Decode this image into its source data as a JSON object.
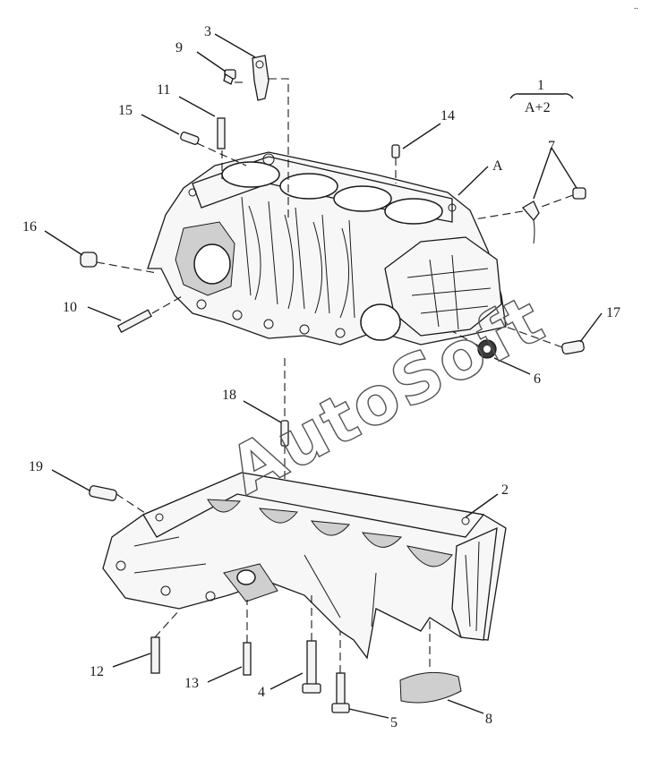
{
  "watermark": "AutoSoft",
  "corner_mark": "..",
  "assembly": {
    "number": "1",
    "formula": "A+2"
  },
  "callouts": [
    {
      "id": "c2",
      "text": "2"
    },
    {
      "id": "c3",
      "text": "3"
    },
    {
      "id": "c4",
      "text": "4"
    },
    {
      "id": "c5",
      "text": "5"
    },
    {
      "id": "c6",
      "text": "6"
    },
    {
      "id": "c7",
      "text": "7"
    },
    {
      "id": "c8",
      "text": "8"
    },
    {
      "id": "c9",
      "text": "9"
    },
    {
      "id": "c10",
      "text": "10"
    },
    {
      "id": "c11",
      "text": "11"
    },
    {
      "id": "c12",
      "text": "12"
    },
    {
      "id": "c13",
      "text": "13"
    },
    {
      "id": "c14",
      "text": "14"
    },
    {
      "id": "c15",
      "text": "15"
    },
    {
      "id": "c16",
      "text": "16"
    },
    {
      "id": "c17",
      "text": "17"
    },
    {
      "id": "c18",
      "text": "18"
    },
    {
      "id": "c19",
      "text": "19"
    },
    {
      "id": "cA",
      "text": "A"
    }
  ]
}
